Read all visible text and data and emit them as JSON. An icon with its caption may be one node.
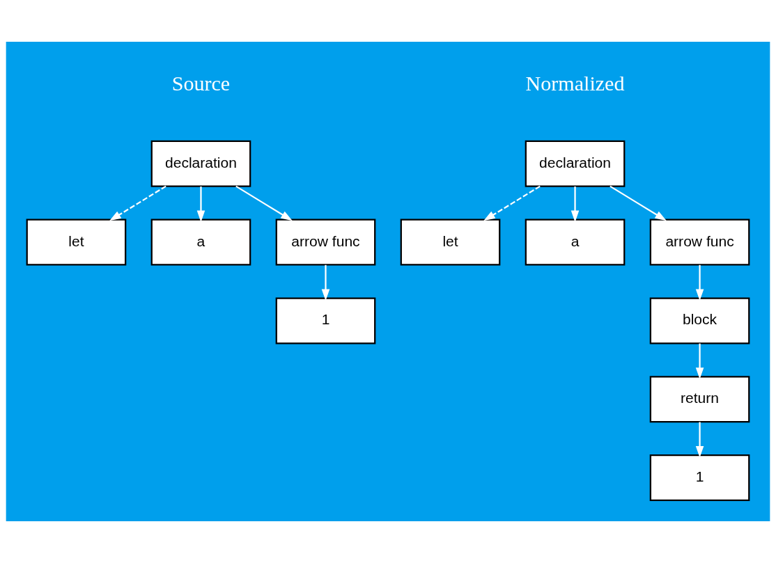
{
  "diagram": {
    "nodes": [
      {
        "text": [
          "declaration"
        ]
      },
      {
        "text": [
          "let"
        ]
      },
      {
        "text": [
          "a"
        ]
      },
      {
        "text": [
          "arrow func"
        ]
      },
      {
        "text": [
          "1"
        ]
      },
      {
        "text": [
          "declaration"
        ]
      },
      {
        "text": [
          "let"
        ]
      },
      {
        "text": [
          "a"
        ]
      },
      {
        "text": [
          "arrow func"
        ]
      },
      {
        "text": [
          "block"
        ]
      },
      {
        "text": [
          "return"
        ]
      },
      {
        "text": [
          "1"
        ]
      }
    ],
    "edges": [
      {
        "from": 0,
        "to": 1,
        "arrow": "to",
        "style": "dashed"
      },
      {
        "from": 0,
        "to": 2,
        "arrow": "to"
      },
      {
        "from": 0,
        "to": 3,
        "arrow": "to"
      },
      {
        "from": 3,
        "to": 4,
        "arrow": "to"
      },
      {
        "from": 5,
        "to": 6,
        "arrow": "to",
        "style": "dashed"
      },
      {
        "from": 5,
        "to": 7,
        "arrow": "to"
      },
      {
        "from": 5,
        "to": 8,
        "arrow": "to"
      },
      {
        "from": 8,
        "to": 9,
        "arrow": "to"
      },
      {
        "from": 9,
        "to": 10,
        "arrow": "to"
      },
      {
        "from": 10,
        "to": 11,
        "arrow": "to"
      }
    ],
    "labels": [
      "Source",
      "Normalized"
    ]
  }
}
